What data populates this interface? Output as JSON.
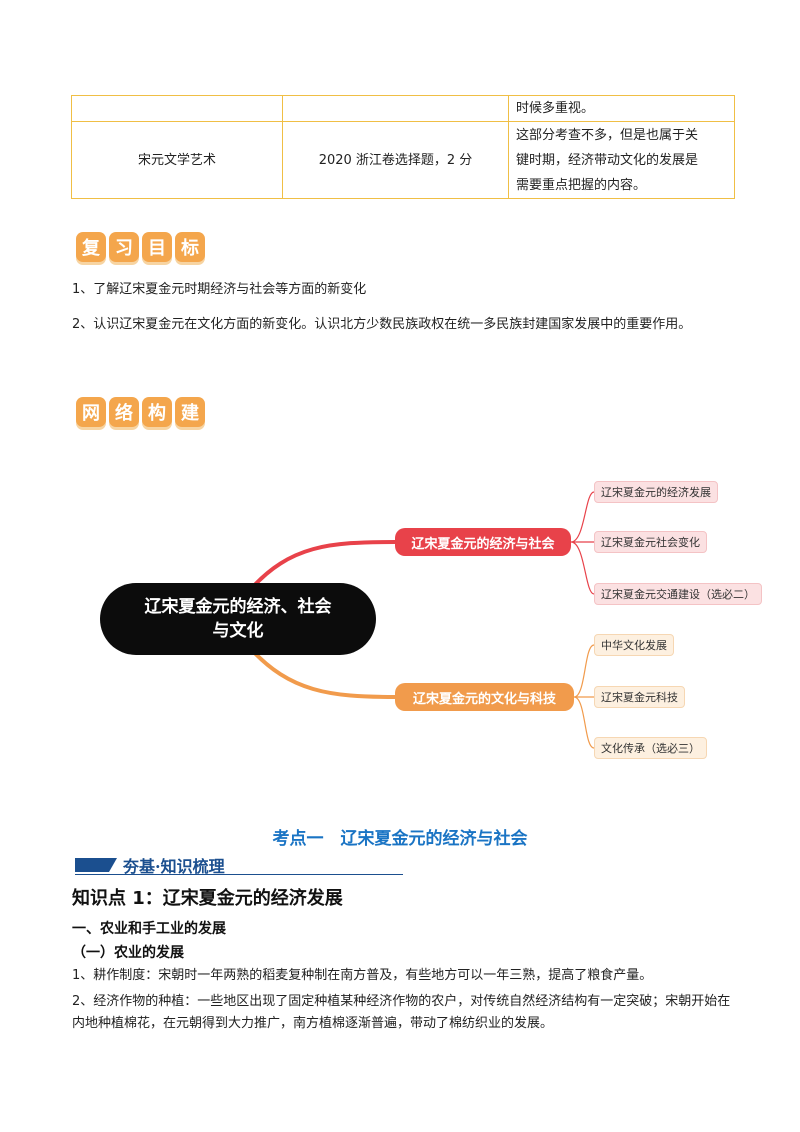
{
  "table": {
    "row1": {
      "c1": "",
      "c2": "",
      "c3": "时候多重视。"
    },
    "row2": {
      "c1": "宋元文学艺术",
      "c2": "2020 浙江卷选择题，2 分",
      "c3_lines": [
        "这部分考查不多，但是也属于关",
        "键时期，经济带动文化的发展是",
        "需要重点把握的内容。"
      ]
    }
  },
  "review": {
    "badge": [
      "复",
      "习",
      "目",
      "标"
    ],
    "items": [
      "1、了解辽宋夏金元时期经济与社会等方面的新变化",
      "2、认识辽宋夏金元在文化方面的新变化。认识北方少数民族政权在统一多民族封建国家发展中的重要作用。"
    ]
  },
  "network": {
    "badge": [
      "网",
      "络",
      "构",
      "建"
    ]
  },
  "mindmap": {
    "root": "辽宋夏金元的经济、社会与文化",
    "branch1": {
      "label": "辽宋夏金元的经济与社会",
      "color": "#e8424a",
      "leaves": [
        "辽宋夏金元的经济发展",
        "辽宋夏金元社会变化",
        "辽宋夏金元交通建设（选必二）"
      ]
    },
    "branch2": {
      "label": "辽宋夏金元的文化与科技",
      "color": "#f19b4c",
      "leaves": [
        "中华文化发展",
        "辽宋夏金元科技",
        "文化传承（选必三）"
      ]
    }
  },
  "section": {
    "title": "考点一　辽宋夏金元的经济与社会",
    "bar_label": "夯基·知识梳理",
    "kp_title": "知识点 1：辽宋夏金元的经济发展",
    "h_a": "一、农业和手工业的发展",
    "h_b": "（一）农业的发展",
    "p1": "1、耕作制度：宋朝时一年两熟的稻麦复种制在南方普及，有些地方可以一年三熟，提高了粮食产量。",
    "p2": "2、经济作物的种植：一些地区出现了固定种植某种经济作物的农户，对传统自然经济结构有一定突破；宋朝开始在内地种植棉花，在元朝得到大力推广，南方植棉逐渐普遍，带动了棉纺织业的发展。"
  }
}
